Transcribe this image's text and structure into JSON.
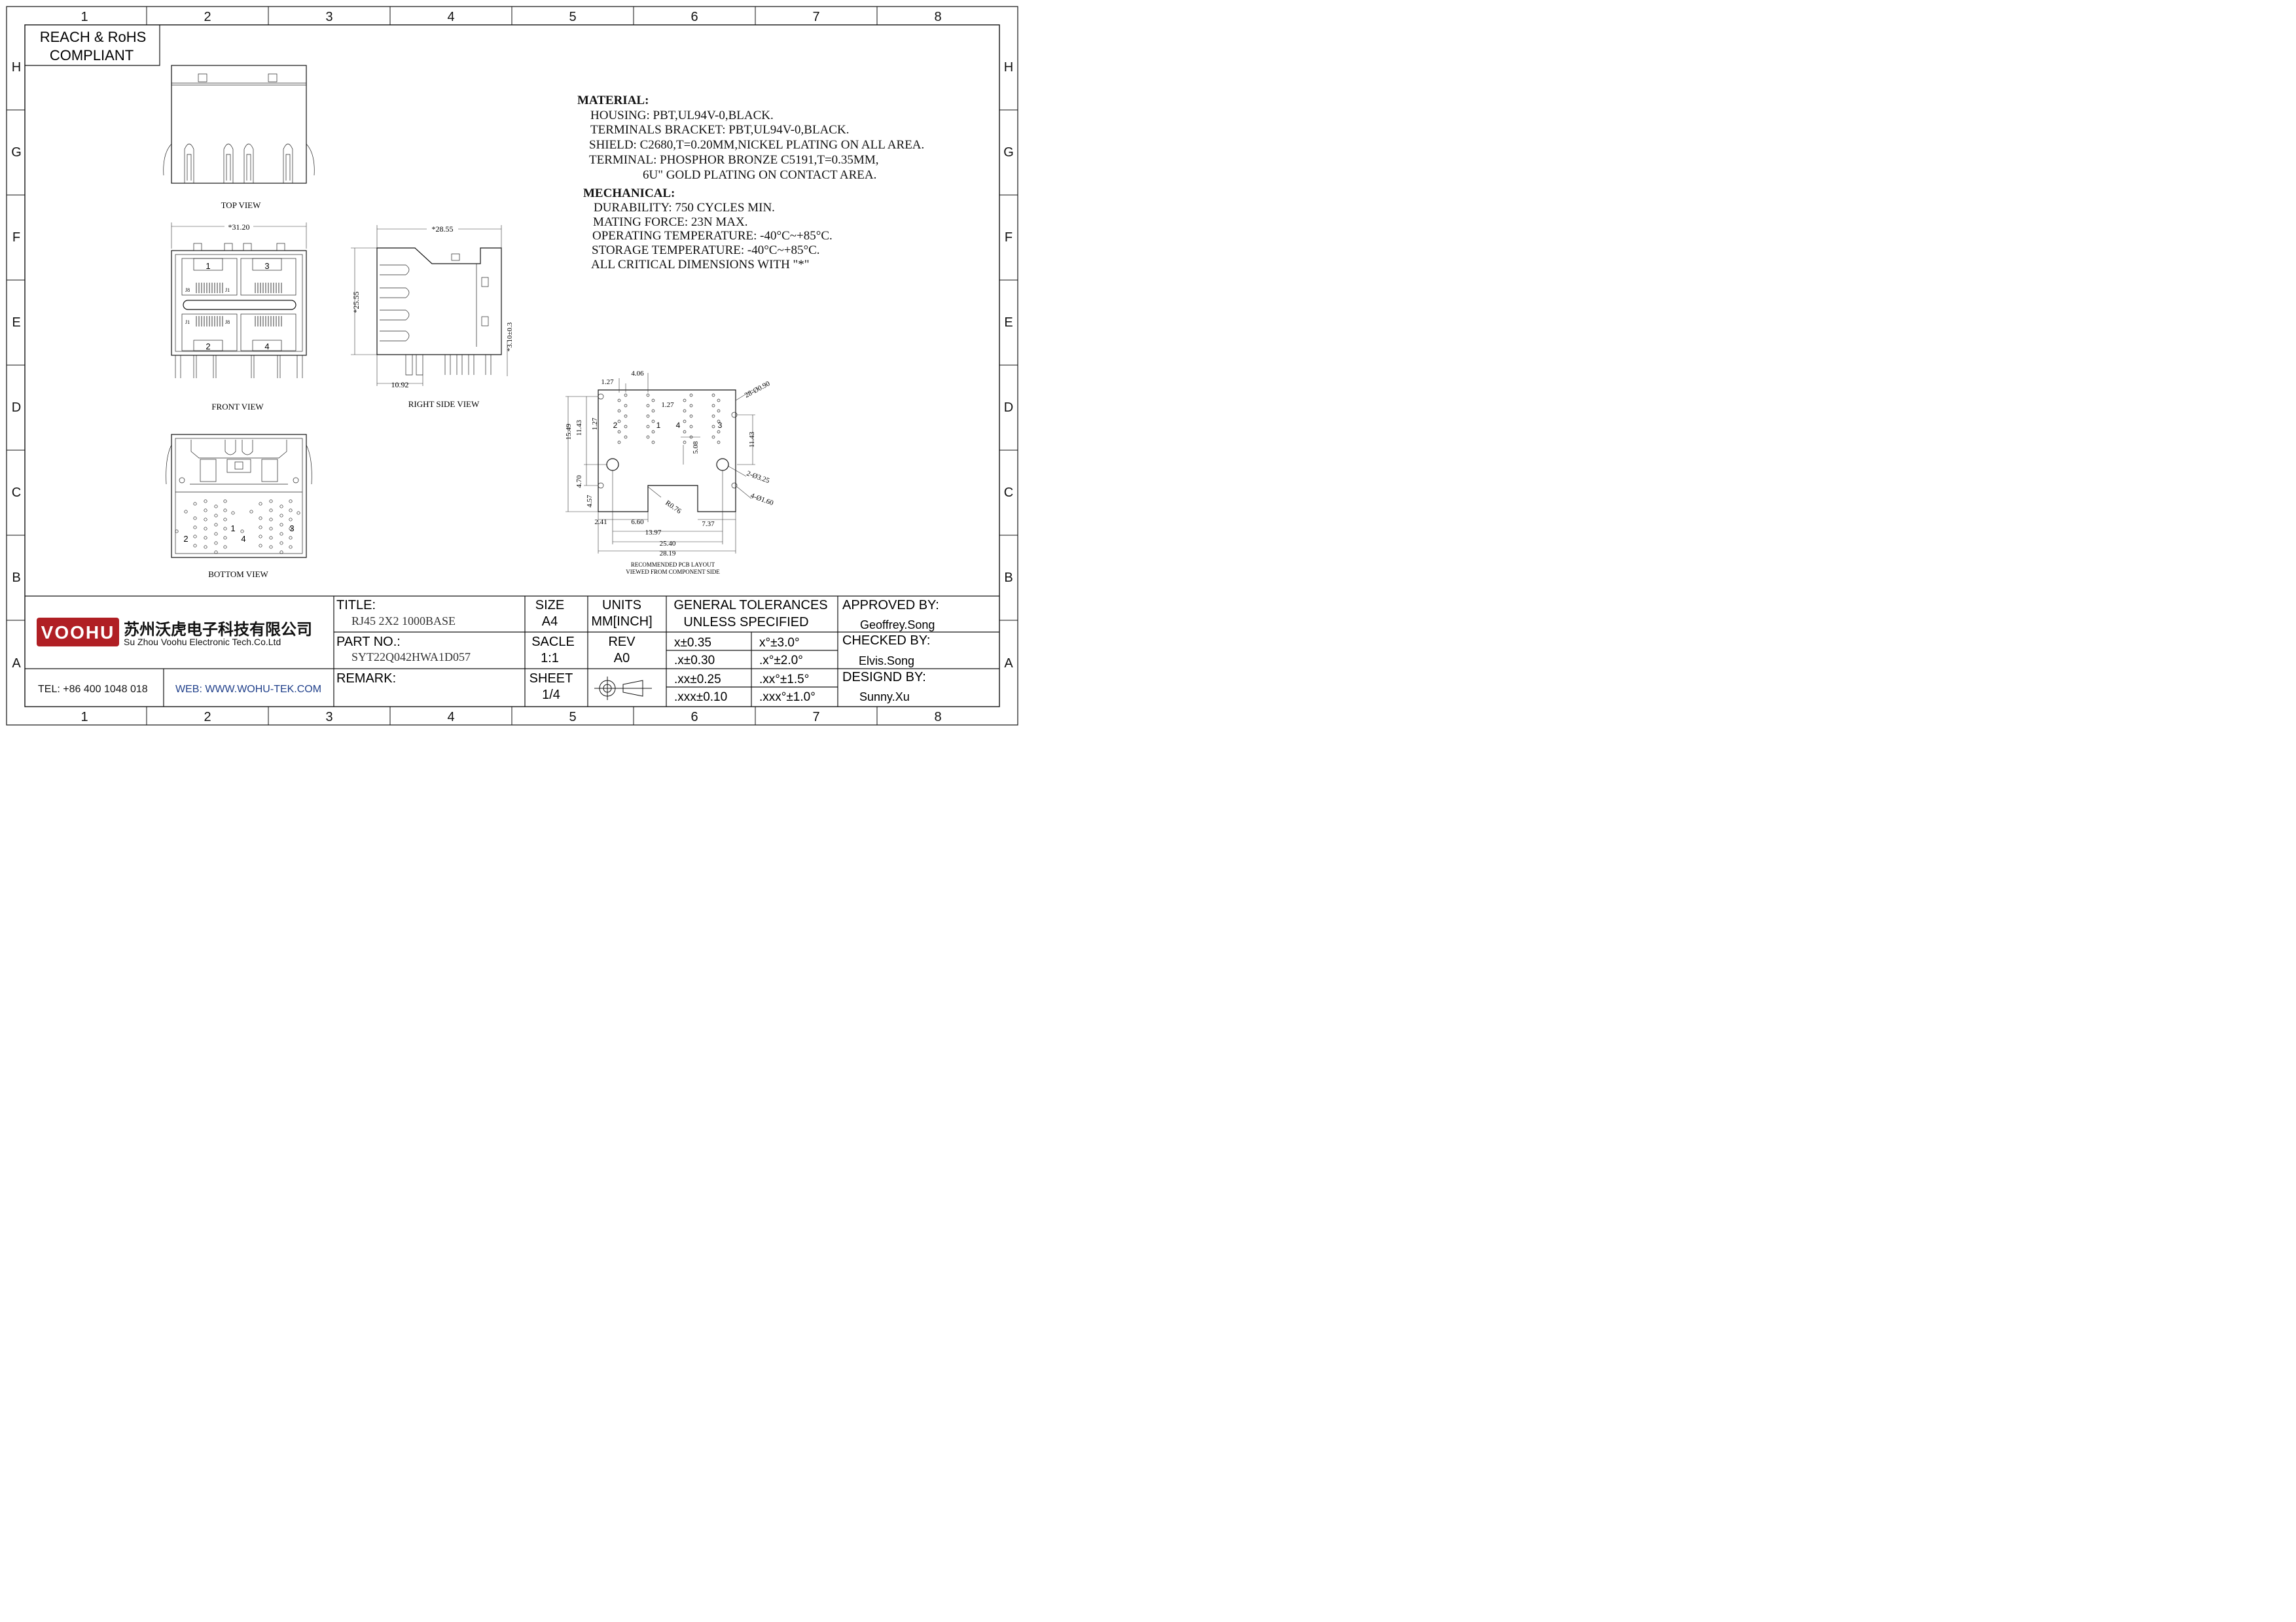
{
  "frame": {
    "columns": [
      "1",
      "2",
      "3",
      "4",
      "5",
      "6",
      "7",
      "8"
    ],
    "rows": [
      "H",
      "G",
      "F",
      "E",
      "D",
      "C",
      "B",
      "A"
    ]
  },
  "compliance": {
    "line1": "REACH & RoHS",
    "line2": "COMPLIANT"
  },
  "views": {
    "top": "TOP VIEW",
    "front": "FRONT VIEW",
    "right": "RIGHT SIDE VIEW",
    "bottom": "BOTTOM VIEW",
    "pcb_line1": "RECOMMENDED PCB LAYOUT",
    "pcb_line2": "VIEWED FROM COMPONENT SIDE"
  },
  "port_numbers": {
    "p1": "1",
    "p2": "2",
    "p3": "3",
    "p4": "4"
  },
  "pin_labels": {
    "j8": "J8",
    "j1": "J1"
  },
  "dimensions": {
    "width_front": "*31.20",
    "depth_side": "*28.55",
    "height_side": "*25.55",
    "pin_len": "*3.10±0.3",
    "pin_offset": "10.92",
    "pcb": {
      "d127a": "1.27",
      "d406": "4.06",
      "d127b": "1.27",
      "d127c": "1.27",
      "d1549": "15.49",
      "d1143a": "11.43",
      "d1143b": "11.43",
      "d508": "5.08",
      "d470": "4.70",
      "d457": "4.57",
      "d241": "2.41",
      "d660": "6.60",
      "d737": "7.37",
      "d1397": "13.97",
      "d2540": "25.40",
      "d2819": "28.19",
      "r076": "R0.76",
      "h28": "28-Ø0.90",
      "h2": "2-Ø3.25",
      "h4": "4-Ø1.60"
    }
  },
  "specs": {
    "material_heading": "MATERIAL:",
    "material": [
      "HOUSING: PBT,UL94V-0,BLACK.",
      "TERMINALS BRACKET: PBT,UL94V-0,BLACK.",
      "SHIELD: C2680,T=0.20MM,NICKEL PLATING ON ALL AREA.",
      "TERMINAL: PHOSPHOR BRONZE C5191,T=0.35MM,",
      "6U\" GOLD PLATING ON CONTACT AREA."
    ],
    "mechanical_heading": "MECHANICAL:",
    "mechanical": [
      "DURABILITY: 750 CYCLES MIN.",
      "MATING FORCE: 23N MAX.",
      "OPERATING TEMPERATURE: -40°C~+85°C.",
      "STORAGE TEMPERATURE: -40°C~+85°C.",
      "ALL CRITICAL DIMENSIONS WITH \"*\""
    ]
  },
  "title_block": {
    "logo": "VOOHU",
    "company_cn": "苏州沃虎电子科技有限公司",
    "company_en": "Su Zhou Voohu Electronic Tech.Co.Ltd",
    "tel": "TEL: +86 400 1048 018",
    "web": "WEB: WWW.WOHU-TEK.COM",
    "title_label": "TITLE:",
    "title_value": "RJ45 2X2 1000BASE",
    "part_label": "PART NO.:",
    "part_value": "SYT22Q042HWA1D057",
    "remark_label": "REMARK:",
    "size_label": "SIZE",
    "size_value": "A4",
    "units_label": "UNITS",
    "units_value": "MM[INCH]",
    "scale_label": "SACLE",
    "scale_value": "1:1",
    "rev_label": "REV",
    "rev_value": "A0",
    "sheet_label": "SHEET",
    "sheet_value": "1/4",
    "tol_line1": "GENERAL TOLERANCES",
    "tol_line2": "UNLESS SPECIFIED",
    "tolerances": [
      {
        "lin": "x±0.35",
        "ang": "x°±3.0°"
      },
      {
        "lin": ".x±0.30",
        "ang": ".x°±2.0°"
      },
      {
        "lin": ".xx±0.25",
        "ang": ".xx°±1.5°"
      },
      {
        "lin": ".xxx±0.10",
        "ang": ".xxx°±1.0°"
      }
    ],
    "approved_label": "APPROVED BY:",
    "approved_value": "Geoffrey.Song",
    "checked_label": "CHECKED BY:",
    "checked_value": "Elvis.Song",
    "designed_label": "DESIGND BY:",
    "designed_value": "Sunny.Xu"
  }
}
